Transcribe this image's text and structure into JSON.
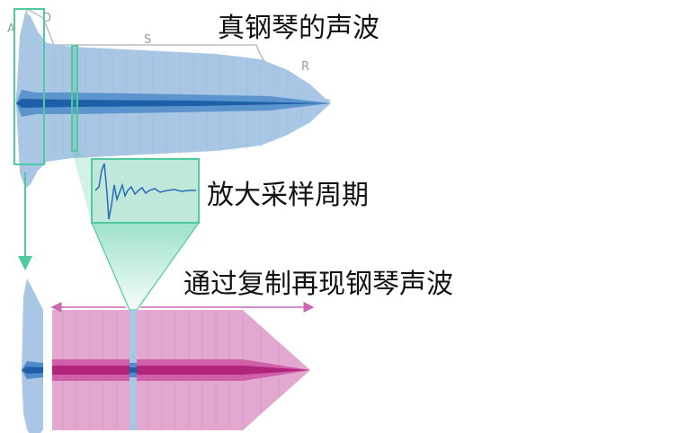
{
  "titles": {
    "real_piano_wave": "真钢琴的声波",
    "zoom_sample_period": "放大采样周期",
    "reproduce_by_copy": "通过复制再现钢琴声波"
  },
  "adsr": {
    "attack": "A",
    "decay": "D",
    "sustain": "S",
    "release": "R"
  },
  "colors": {
    "wave_light": "#a9c6e4",
    "wave_mid": "#4f8cc9",
    "wave_dark": "#1f5fa8",
    "pink_light": "#e3a8d0",
    "pink_mid": "#cf5fa9",
    "pink_dark": "#b0247c",
    "highlight": "#4fc9a0",
    "arrow_pink": "#c968b5",
    "envelope": "#bdbdbd"
  }
}
